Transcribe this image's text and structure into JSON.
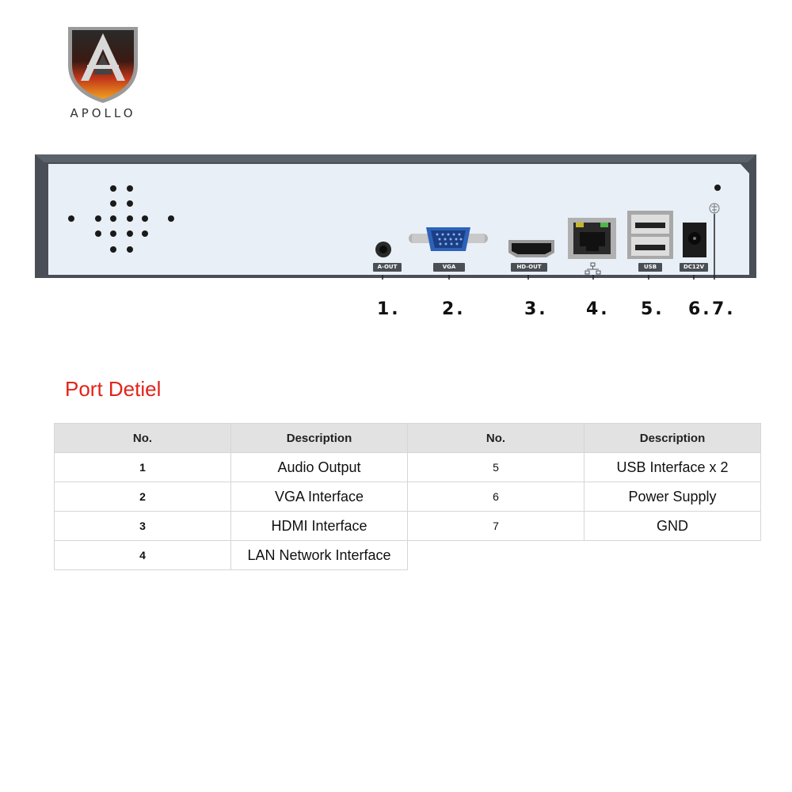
{
  "brand": {
    "name": "APOLLO"
  },
  "ports": [
    {
      "label": "A-OUT",
      "callout": "1."
    },
    {
      "label": "VGA",
      "callout": "2."
    },
    {
      "label": "HD-OUT",
      "callout": "3."
    },
    {
      "label": "",
      "callout": "4."
    },
    {
      "label": "USB",
      "callout": "5."
    },
    {
      "label": "DC12V",
      "callout": "6."
    },
    {
      "label": "",
      "callout": "7."
    }
  ],
  "section_title": "Port Detiel",
  "table": {
    "headers": [
      "No.",
      "Description",
      "No.",
      "Description"
    ],
    "rows": [
      [
        "1",
        "Audio Output",
        "5",
        "USB Interface x 2"
      ],
      [
        "2",
        "VGA Interface",
        "6",
        "Power Supply"
      ],
      [
        "3",
        "HDMI Interface",
        "7",
        "GND"
      ],
      [
        "4",
        "LAN Network Interface",
        "",
        ""
      ]
    ]
  },
  "colors": {
    "title_red": "#e2231a",
    "panel": "#e8eff6",
    "frame": "#4a4f57"
  }
}
